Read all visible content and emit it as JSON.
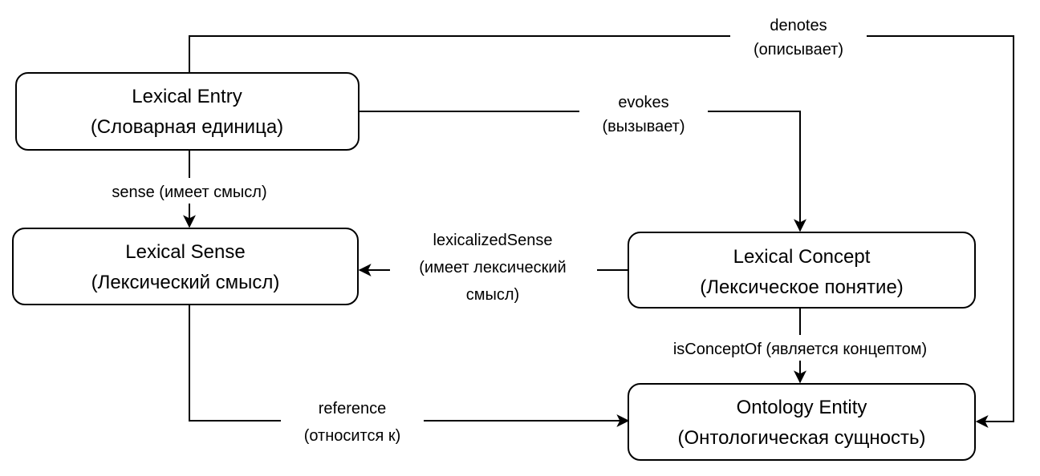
{
  "nodes": {
    "lexical_entry": {
      "line1": "Lexical Entry",
      "line2": "(Словарная единица)"
    },
    "lexical_sense": {
      "line1": "Lexical Sense",
      "line2": "(Лексический смысл)"
    },
    "lexical_concept": {
      "line1": "Lexical Concept",
      "line2": "(Лексическое понятие)"
    },
    "ontology_entity": {
      "line1": "Ontology Entity",
      "line2": "(Онтологическая сущность)"
    }
  },
  "edges": {
    "denotes": {
      "line1": "denotes",
      "line2": "(описывает)"
    },
    "evokes": {
      "line1": "evokes",
      "line2": "(вызывает)"
    },
    "sense": {
      "line1": "sense (имеет смысл)"
    },
    "lexicalized_sense": {
      "line1": "lexicalizedSense",
      "line2": "(имеет лексический",
      "line3": "смысл)"
    },
    "is_concept_of": {
      "line1": "isConceptOf (является концептом)"
    },
    "reference": {
      "line1": "reference",
      "line2": "(относится к)"
    }
  },
  "colors": {
    "stroke": "#000000",
    "background": "#ffffff"
  }
}
